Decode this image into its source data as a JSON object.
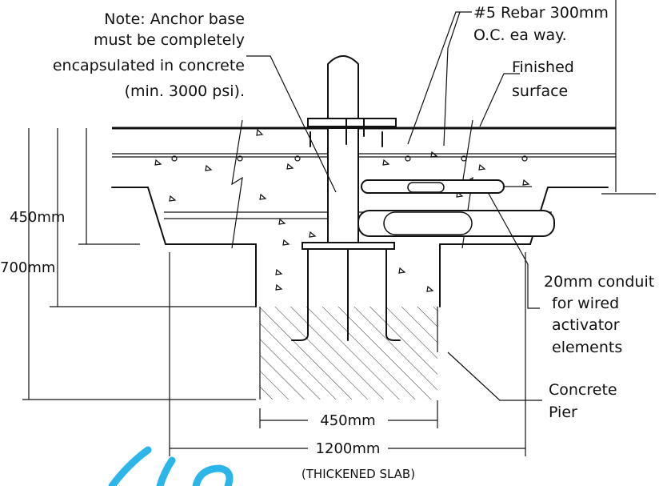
{
  "notes": {
    "anchor_line1": "Note: Anchor base",
    "anchor_line2": "must be completely",
    "anchor_line3": "encapsulated in concrete",
    "anchor_line4": "(min. 3000 psi).",
    "rebar_line1": "#5 Rebar 300mm",
    "rebar_line2": "O.C. ea way.",
    "surface_line1": "Finished",
    "surface_line2": "surface",
    "conduit_line1": "20mm conduit",
    "conduit_line2": "for wired",
    "conduit_line3": "activator",
    "conduit_line4": "elements",
    "pier_line1": "Concrete",
    "pier_line2": "Pier"
  },
  "dimensions": {
    "slab_depth": "450mm",
    "total_depth": "700mm",
    "pier_width": "450mm",
    "overall_width": "1200mm"
  },
  "caption": "(THICKENED SLAB)",
  "colors": {
    "line": "#111111",
    "logo": "#2bb5e8"
  }
}
